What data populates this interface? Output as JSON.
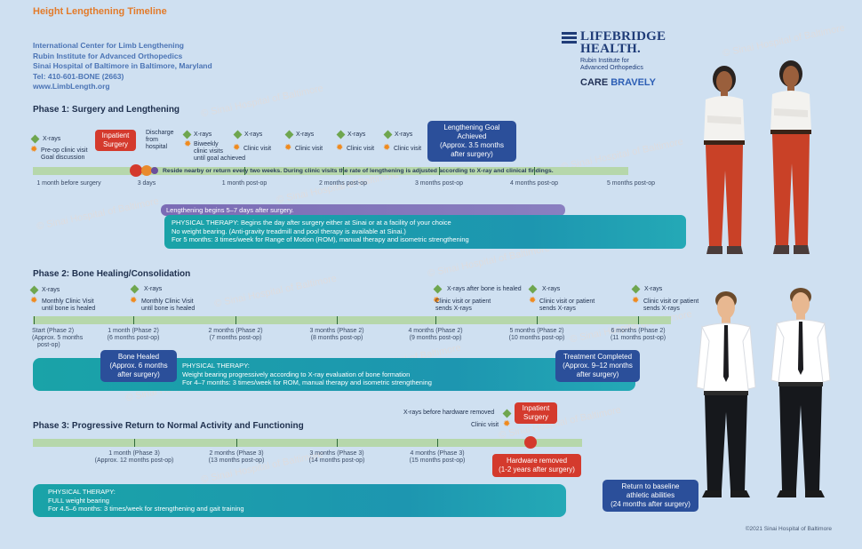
{
  "header": {
    "title": "Height Lengthening Timeline",
    "lines": [
      "International Center for Limb Lengthening",
      "Rubin Institute for Advanced Orthopedics",
      "Sinai Hospital of Baltimore in Baltimore, Maryland",
      "Tel: 410-601-BONE (2663)",
      "www.LimbLength.org"
    ]
  },
  "logo": {
    "line1": "LIFEBRIDGE",
    "line2": "HEALTH.",
    "sub1": "Rubin Institute for",
    "sub2": "Advanced Orthopedics",
    "care": "CARE",
    "bravely": "BRAVELY"
  },
  "watermark": "© Sinai Hospital of Baltimore",
  "copyright": "©2021 Sinai Hospital of Baltimore",
  "phase1": {
    "title": "Phase 1: Surgery and Lengthening",
    "axis": [
      "1 month before surgery",
      "3 days",
      "1 month post-op",
      "2 months post-op",
      "3 months post-op",
      "4 months post-op",
      "5 months post-op"
    ],
    "xrays": "X-rays",
    "preop1": "Pre-op clinic visit",
    "preop2": "Goal discussion",
    "surgery1": "Inpatient",
    "surgery2": "Surgery",
    "discharge1": "Discharge",
    "discharge2": "from",
    "discharge3": "hospital",
    "biweekly1": "Biweekly",
    "biweekly2": "clinic visits",
    "biweekly3": "until goal achieved",
    "clinic": "Clinic visit",
    "goal1": "Lengthening Goal",
    "goal2": "Achieved",
    "goal3": "(Approx. 3.5 months",
    "goal4": "after surgery)",
    "bar_note": "Reside nearby or return every two weeks. During clinic visits the rate of lengthening is adjusted according to X-ray and clinical findings.",
    "purple": "Lengthening begins 5–7 days after surgery.",
    "pt": [
      "PHYSICAL THERAPY: Begins the day after surgery either at Sinai or at a facility of your choice",
      "No weight bearing.  (Anti-gravity treadmill and pool therapy is available at Sinai.)",
      "For 5 months: 3 times/week for Range of Motion (ROM), manual therapy and isometric strengthening"
    ]
  },
  "phase2": {
    "title": "Phase 2: Bone Healing/Consolidation",
    "axis": [
      {
        "a": "Start (Phase 2)",
        "b": "(Approx. 5 months",
        "c": "post-op)"
      },
      {
        "a": "1 month (Phase 2)",
        "b": "(6 months post-op)"
      },
      {
        "a": "2 months (Phase 2)",
        "b": "(7 months post-op)"
      },
      {
        "a": "3 months (Phase 2)",
        "b": "(8 months post-op)"
      },
      {
        "a": "4 months (Phase 2)",
        "b": "(9 months post-op)"
      },
      {
        "a": "5 months (Phase 2)",
        "b": "(10 months post-op)"
      },
      {
        "a": "6 months (Phase 2)",
        "b": "(11 months post-op)"
      }
    ],
    "xrays": "X-rays",
    "xrays_healed": "X-rays after bone is healed",
    "monthly1": "Monthly Clinic Visit",
    "monthly2": "until bone is healed",
    "clinic1": "Clinic visit or patient",
    "clinic2": "sends X-rays",
    "healed1": "Bone Healed",
    "healed2": "(Approx. 6 months",
    "healed3": "after surgery)",
    "done1": "Treatment Completed",
    "done2": "(Approx. 9–12 months",
    "done3": "after surgery)",
    "pt": [
      "PHYSICAL THERAPY:",
      "Weight bearing progressively according to X-ray evaluation of bone formation",
      "For 4–7 months: 3 times/week for ROM, manual therapy and isometric strengthening"
    ]
  },
  "phase3": {
    "title": "Phase 3: Progressive Return to Normal Activity and Functioning",
    "axis": [
      {
        "a": "1 month (Phase 3)",
        "b": "(Approx. 12 months post-op)"
      },
      {
        "a": "2 months (Phase 3)",
        "b": "(13 months post-op)"
      },
      {
        "a": "3 months (Phase 3)",
        "b": "(14 months post-op)"
      },
      {
        "a": "4 months (Phase 3)",
        "b": "(15 months post-op)"
      }
    ],
    "xrays_hw": "X-rays before hardware removed",
    "clinic": "Clinic visit",
    "surgery1": "Inpatient",
    "surgery2": "Surgery",
    "hw1": "Hardware removed",
    "hw2": "(1-2 years after surgery)",
    "base1": "Return to baseline",
    "base2": "athletic abilities",
    "base3": "(24 months after surgery)",
    "pt": [
      "PHYSICAL THERAPY:",
      "FULL weight bearing",
      "For 4.5–6 months: 3 times/week for strengthening and gait training"
    ]
  }
}
